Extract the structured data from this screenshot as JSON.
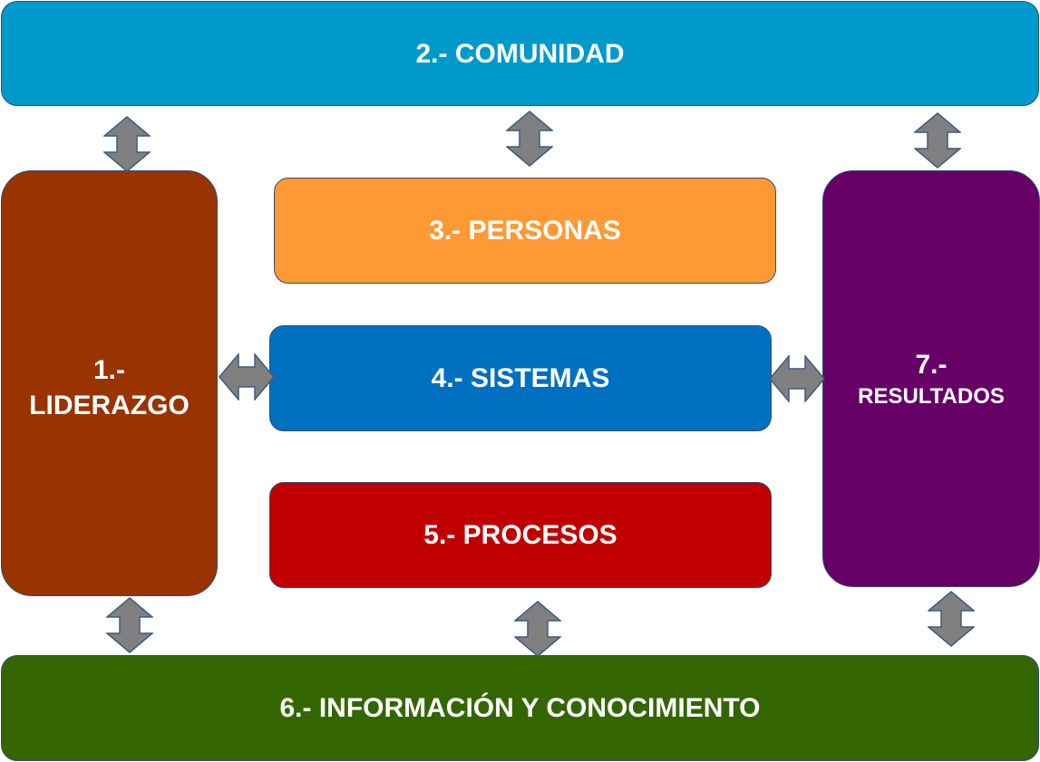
{
  "diagram": {
    "comunidad": {
      "label": "2.- COMUNIDAD",
      "color": "#0099CC"
    },
    "liderazgo": {
      "line1": "1.-",
      "line2": "LIDERAZGO",
      "color": "#993300"
    },
    "personas": {
      "label": "3.- PERSONAS",
      "color": "#FF9933"
    },
    "sistemas": {
      "label": "4.- SISTEMAS",
      "color": "#0070C0"
    },
    "procesos": {
      "label": "5.- PROCESOS",
      "color": "#C00000"
    },
    "resultados": {
      "line1": "7.-",
      "line2": "RESULTADOS",
      "color": "#660066"
    },
    "informacion": {
      "label": "6.- INFORMACIÓN Y CONOCIMIENTO",
      "color": "#336600"
    },
    "arrow_color": "#808080",
    "arrow_icon": "double-arrow-icon"
  }
}
